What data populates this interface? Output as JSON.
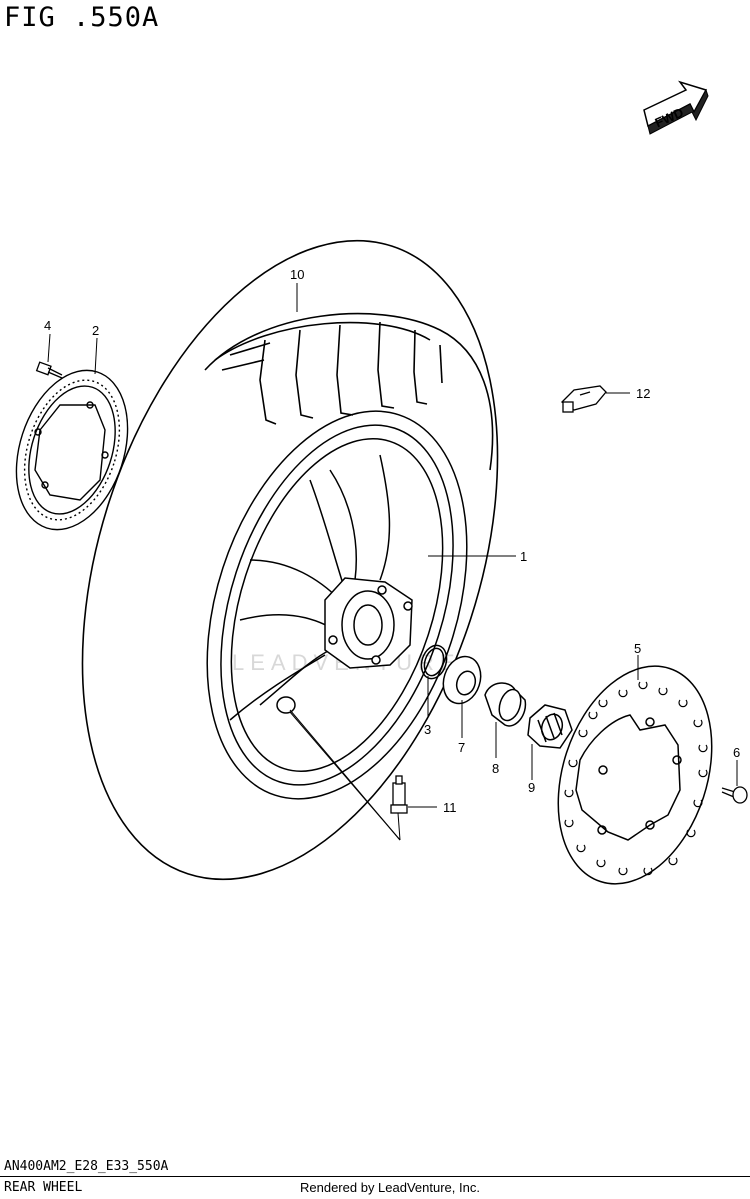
{
  "figure": {
    "title": "FIG .550A",
    "code": "AN400AM2_E28_E33_550A",
    "name": "REAR WHEEL",
    "rendered_by": "Rendered by LeadVenture, Inc.",
    "fwd_label": "FWD",
    "watermark": "LEADVENTURE"
  },
  "callouts": [
    {
      "id": "c1",
      "label": "1"
    },
    {
      "id": "c2",
      "label": "2"
    },
    {
      "id": "c3",
      "label": "3"
    },
    {
      "id": "c4",
      "label": "4"
    },
    {
      "id": "c5",
      "label": "5"
    },
    {
      "id": "c6",
      "label": "6"
    },
    {
      "id": "c7",
      "label": "7"
    },
    {
      "id": "c8",
      "label": "8"
    },
    {
      "id": "c9",
      "label": "9"
    },
    {
      "id": "c10",
      "label": "10"
    },
    {
      "id": "c11",
      "label": "11"
    },
    {
      "id": "c12",
      "label": "12"
    }
  ]
}
